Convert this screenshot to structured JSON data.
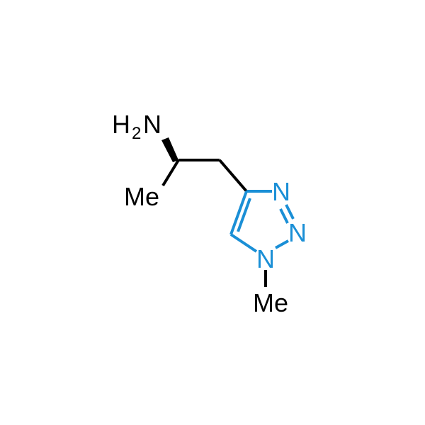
{
  "molecule": {
    "colors": {
      "carbon_bond": "#000000",
      "heteroaryl": "#1a8fd6"
    },
    "labels": {
      "amine_h": "H",
      "amine_h_count": "2",
      "amine_n": "N",
      "alpha_methyl": "Me",
      "ring_n3": "N",
      "ring_n2": "N",
      "ring_n1": "N",
      "n_methyl": "Me"
    }
  }
}
